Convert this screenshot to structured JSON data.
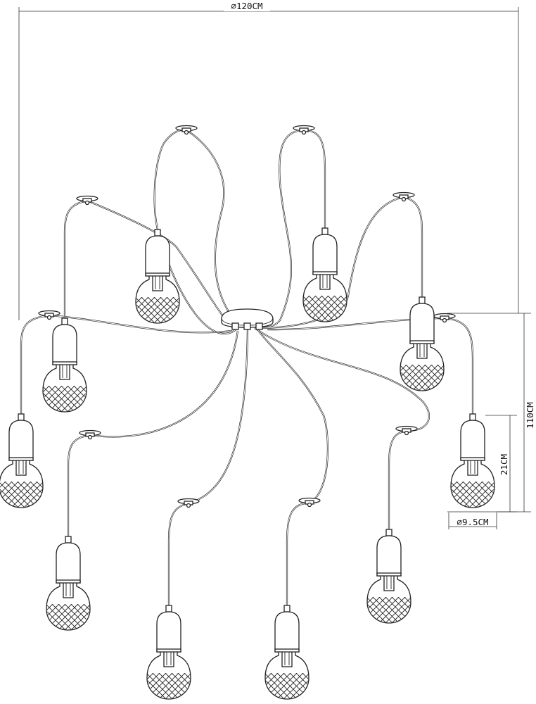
{
  "dimensions": {
    "diameter": "⌀120CM",
    "height": "110CM",
    "lamp_height": "21CM",
    "bulb_diameter": "⌀9.5CM"
  }
}
